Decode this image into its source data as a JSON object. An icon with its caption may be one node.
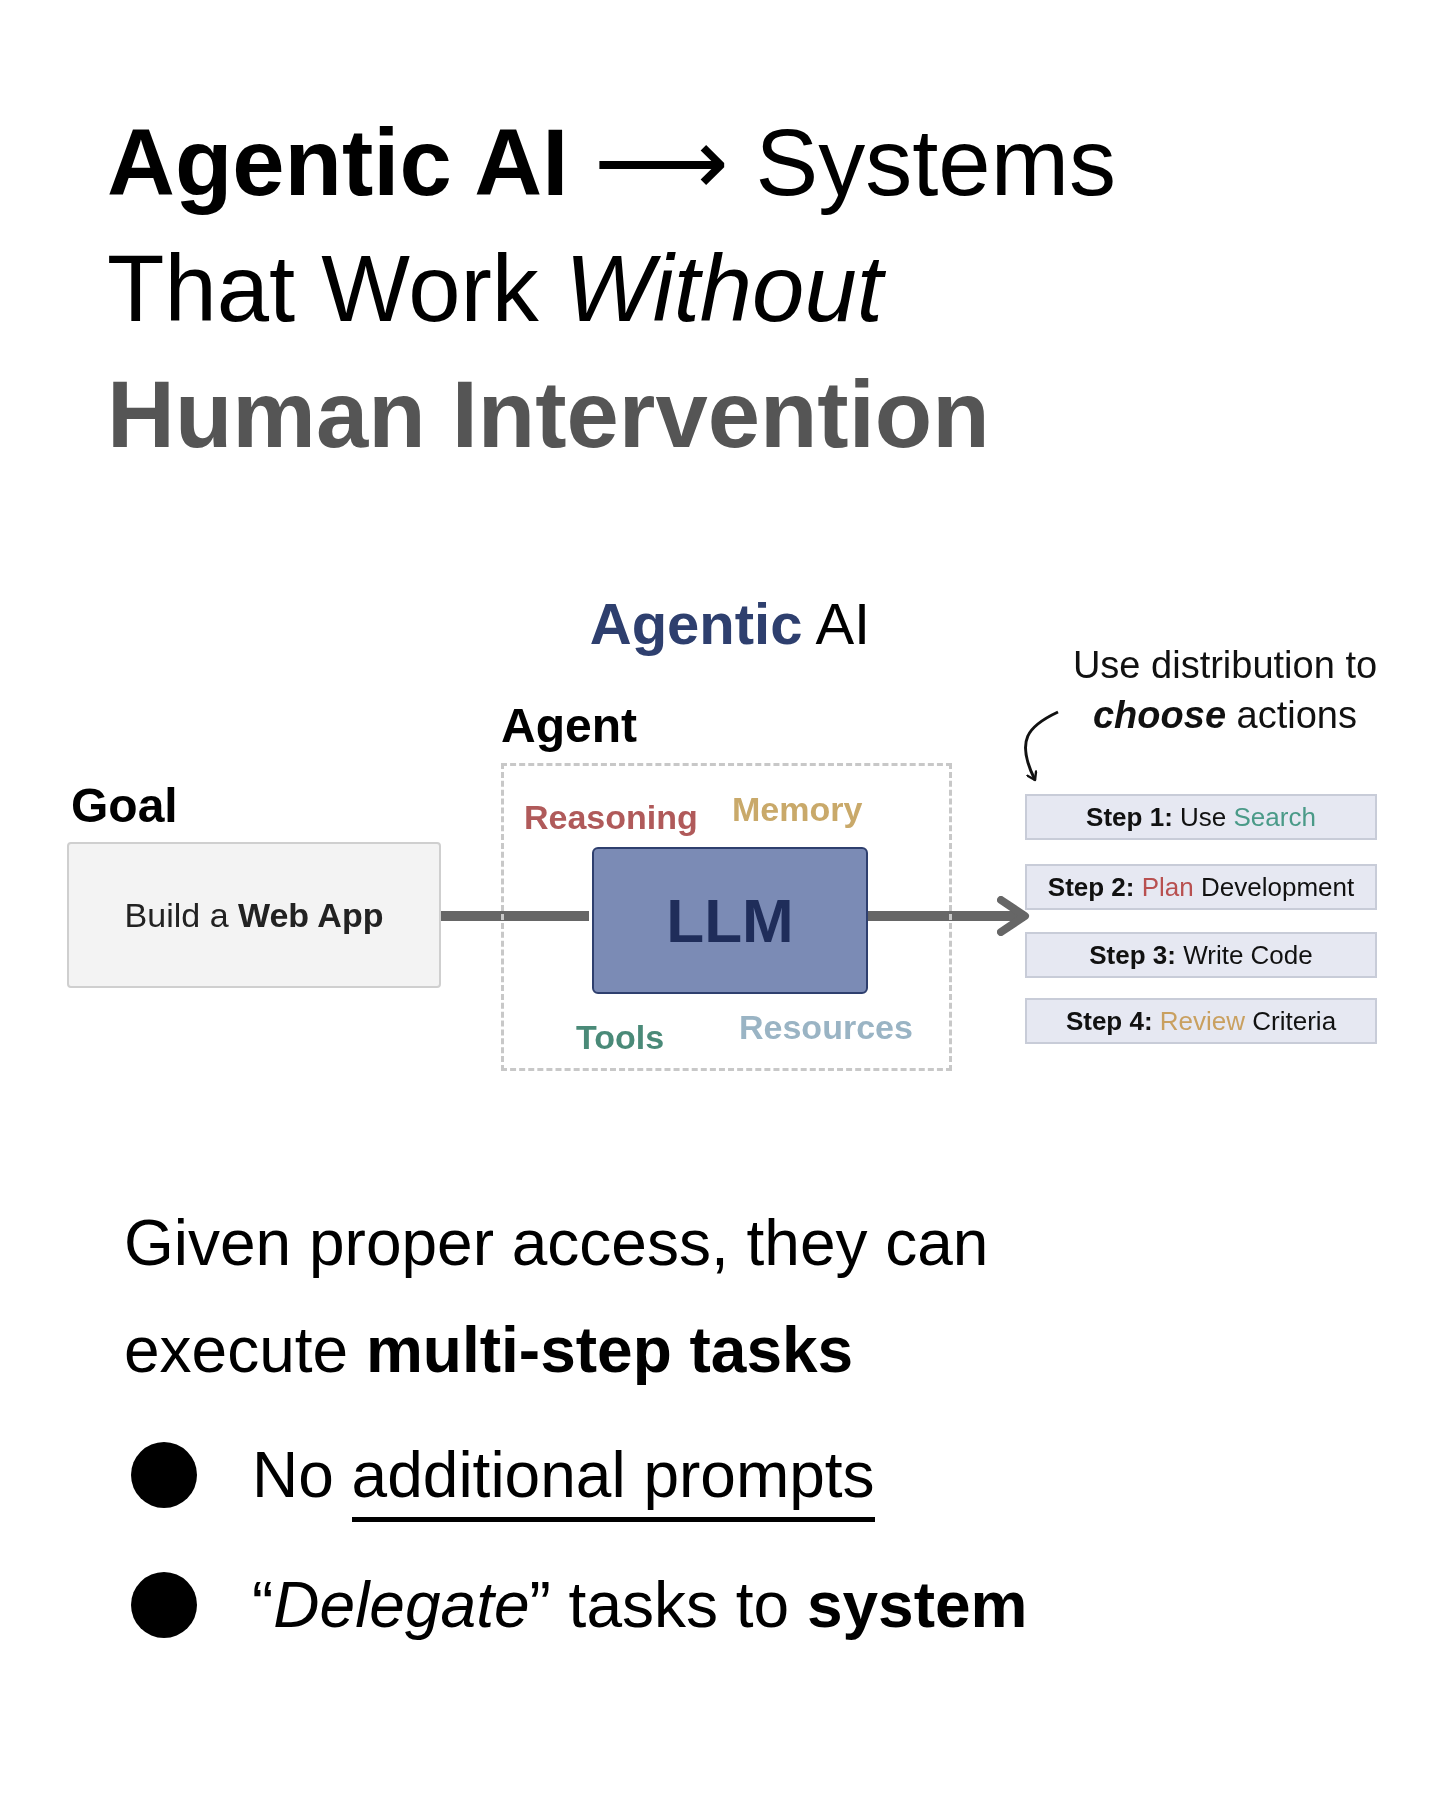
{
  "diagram": {
    "title": "**Agentic AI** ⟶ Systems That Work *Without* **Human Intervention**",
    "nodes": [
      {
        "text": [
          "Goal",
          "Build a **Web App**"
        ]
      },
      {
        "text": [
          "Agent",
          "Reasoning",
          "Memory",
          "Tools",
          "Resources"
        ]
      },
      {
        "text": [
          "LLM"
        ],
        "in": 1
      },
      {
        "text": [
          "Use distribution to **choose** actions"
        ]
      },
      {
        "text": [
          "**Step 1:** Use Search"
        ]
      },
      {
        "text": [
          "**Step 2:** Plan Development"
        ]
      },
      {
        "text": [
          "**Step 3:** Write Code"
        ]
      },
      {
        "text": [
          "**Step 4:** Review Criteria"
        ]
      }
    ],
    "edges": [
      {
        "from": 0,
        "to": 2,
        "arrow": "none"
      },
      {
        "from": 2,
        "to": 5,
        "arrow": "to"
      },
      {
        "from": 3,
        "to": 4,
        "arrow": "to",
        "color": "#111111"
      }
    ],
    "labels": [
      "**Agentic** AI",
      "Given proper access, they can execute **multi-step tasks**",
      "No additional prompts",
      "“*Delegate*” tasks to **system**"
    ]
  }
}
